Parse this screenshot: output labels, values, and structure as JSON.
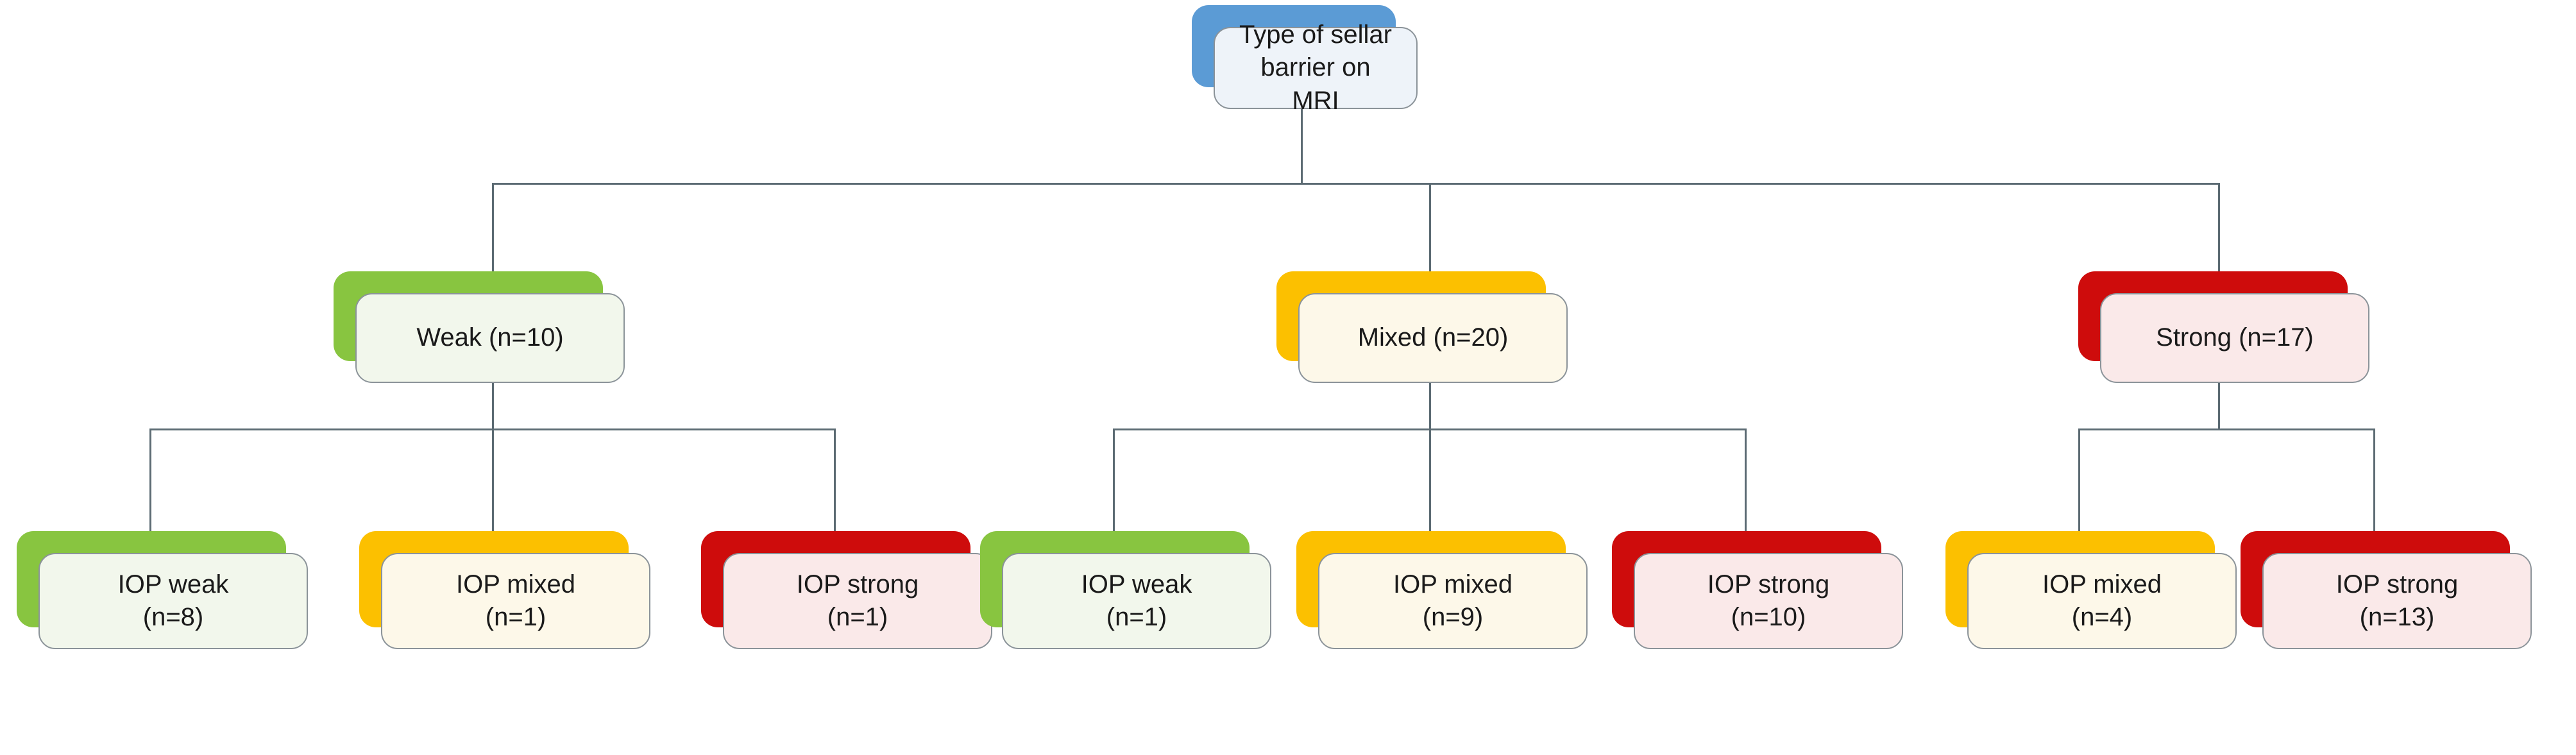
{
  "diagram": {
    "title_node": {
      "label": "Type of sellar\nbarrier on\nMRI",
      "color": "#5b9bd5"
    },
    "level2": [
      {
        "label": "Weak (n=10)",
        "color": "#88c540"
      },
      {
        "label": "Mixed (n=20)",
        "color": "#fcc000"
      },
      {
        "label": "Strong (n=17)",
        "color": "#ce0c0c"
      }
    ],
    "level3": [
      {
        "label": "IOP weak\n(n=8)",
        "color": "#88c540",
        "parent": "Weak (n=10)"
      },
      {
        "label": "IOP mixed\n(n=1)",
        "color": "#fcc000",
        "parent": "Weak (n=10)"
      },
      {
        "label": "IOP strong\n(n=1)",
        "color": "#ce0c0c",
        "parent": "Weak (n=10)"
      },
      {
        "label": "IOP weak\n(n=1)",
        "color": "#88c540",
        "parent": "Mixed (n=20)"
      },
      {
        "label": "IOP mixed\n(n=9)",
        "color": "#fcc000",
        "parent": "Mixed (n=20)"
      },
      {
        "label": "IOP strong\n(n=10)",
        "color": "#ce0c0c",
        "parent": "Mixed (n=20)"
      },
      {
        "label": "IOP mixed\n(n=4)",
        "color": "#fcc000",
        "parent": "Strong (n=17)"
      },
      {
        "label": "IOP strong\n(n=13)",
        "color": "#ce0c0c",
        "parent": "Strong (n=17)"
      }
    ],
    "connector_color": "#5c6b73"
  }
}
